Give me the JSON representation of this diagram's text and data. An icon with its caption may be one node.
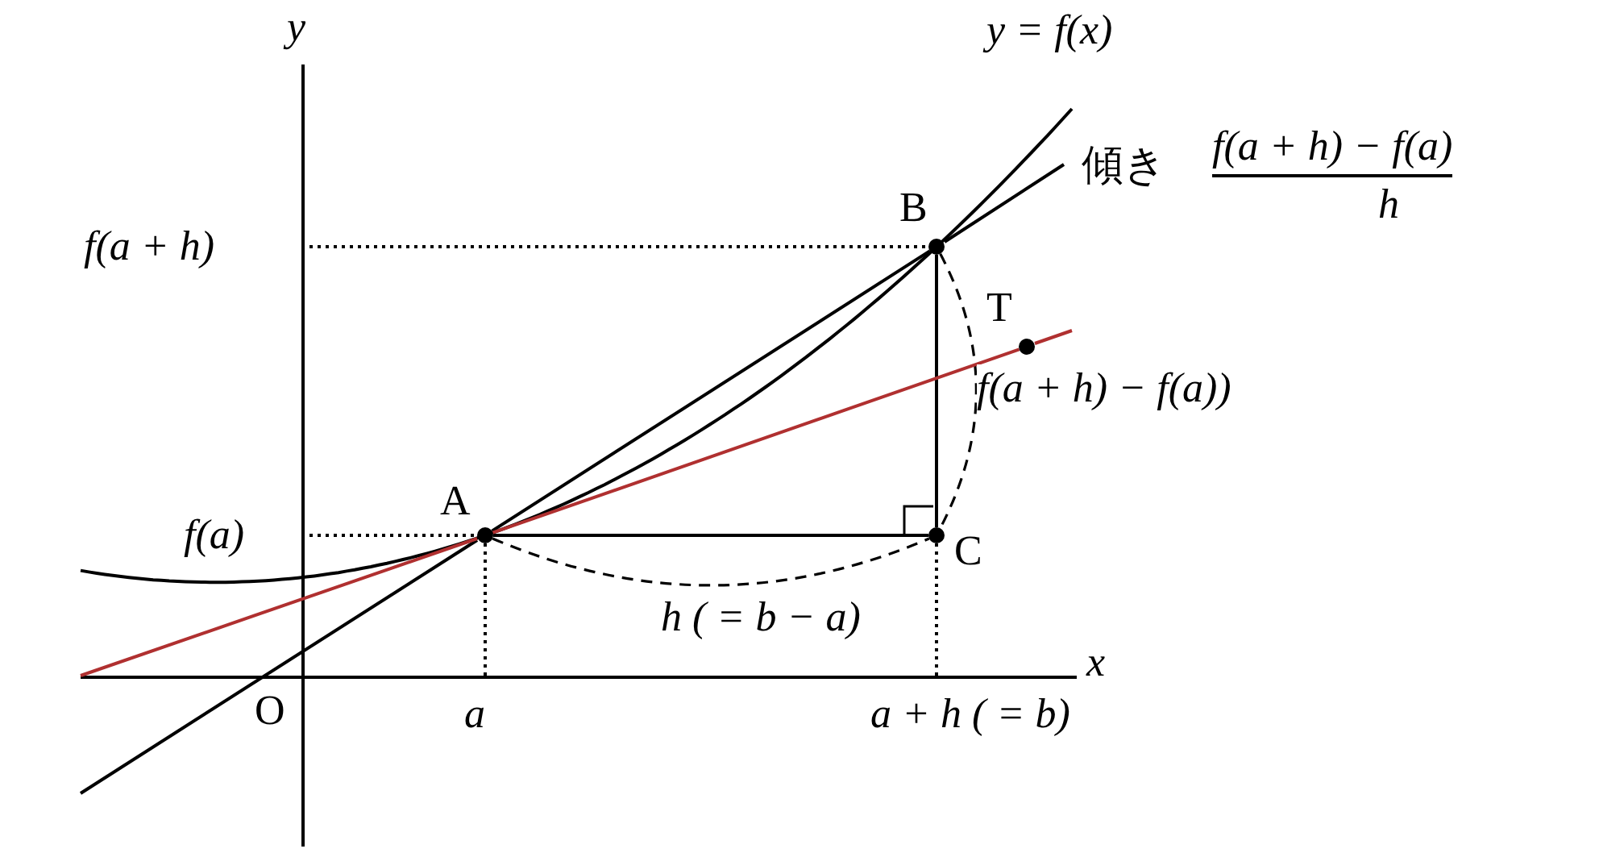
{
  "diagram": {
    "nodes": [
      {
        "text": [
          "A"
        ]
      },
      {
        "text": [
          "B"
        ]
      },
      {
        "text": [
          "C"
        ]
      },
      {
        "text": [
          "T"
        ]
      }
    ],
    "edges": [
      {
        "from": 0,
        "to": 2,
        "arrow": "none"
      },
      {
        "from": 2,
        "to": 1,
        "arrow": "none"
      },
      {
        "from": 0,
        "to": 2,
        "arrow": "none",
        "style": "dashed",
        "label": "h ( = b − a)"
      },
      {
        "from": 1,
        "to": 2,
        "arrow": "none",
        "style": "dashed",
        "label": "f(a + h) − f(a))"
      },
      {
        "from": 0,
        "to": 1,
        "arrow": "none"
      },
      {
        "from": 0,
        "to": 3,
        "arrow": "none",
        "color": "#b03030"
      }
    ],
    "labels": [
      "y",
      "x",
      "O",
      "y = f(x)",
      "傾き",
      "f(a + h) − f(a)",
      "h",
      "f(a + h)",
      "f(a)",
      "a",
      "a + h ( = b)"
    ]
  }
}
